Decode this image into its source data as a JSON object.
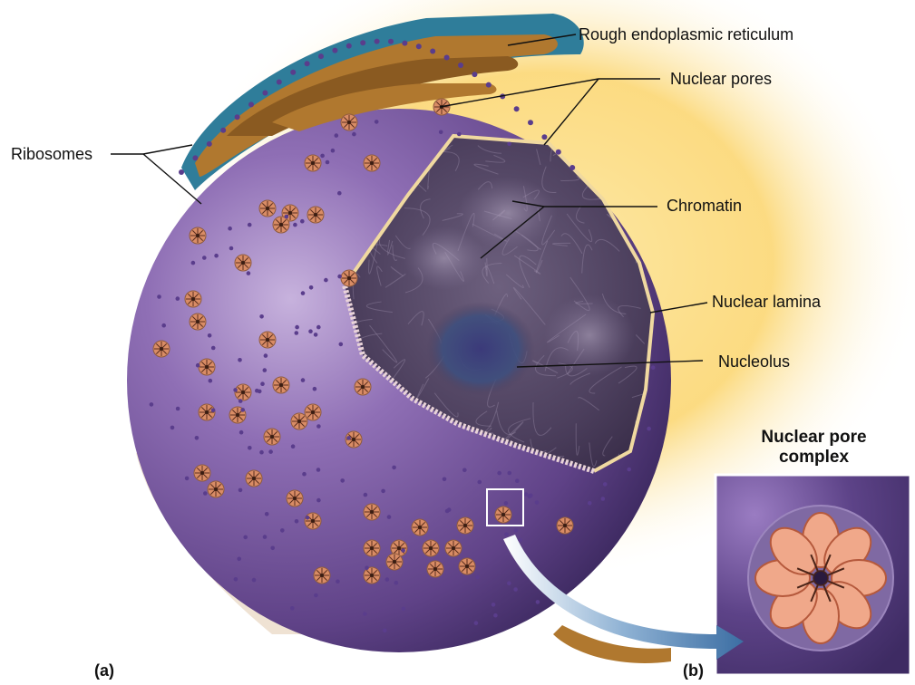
{
  "labels": {
    "rough_er": "Rough endoplasmic reticulum",
    "nuclear_pores": "Nuclear pores",
    "ribosomes": "Ribosomes",
    "chromatin": "Chromatin",
    "nuclear_lamina": "Nuclear lamina",
    "nucleolus": "Nucleolus"
  },
  "inset": {
    "title_line1": "Nuclear pore",
    "title_line2": "complex"
  },
  "panels": {
    "a": "(a)",
    "b": "(b)"
  },
  "colors": {
    "nucleus_purple": "#7a5c9e",
    "glow_yellow": "#fbd774",
    "er_brown": "#b0782f",
    "er_blue": "#2f7d9a",
    "pore_orange": "#d98c65",
    "ribosome": "#5a3d8c",
    "arrow_blue": "#4a7fb0"
  }
}
